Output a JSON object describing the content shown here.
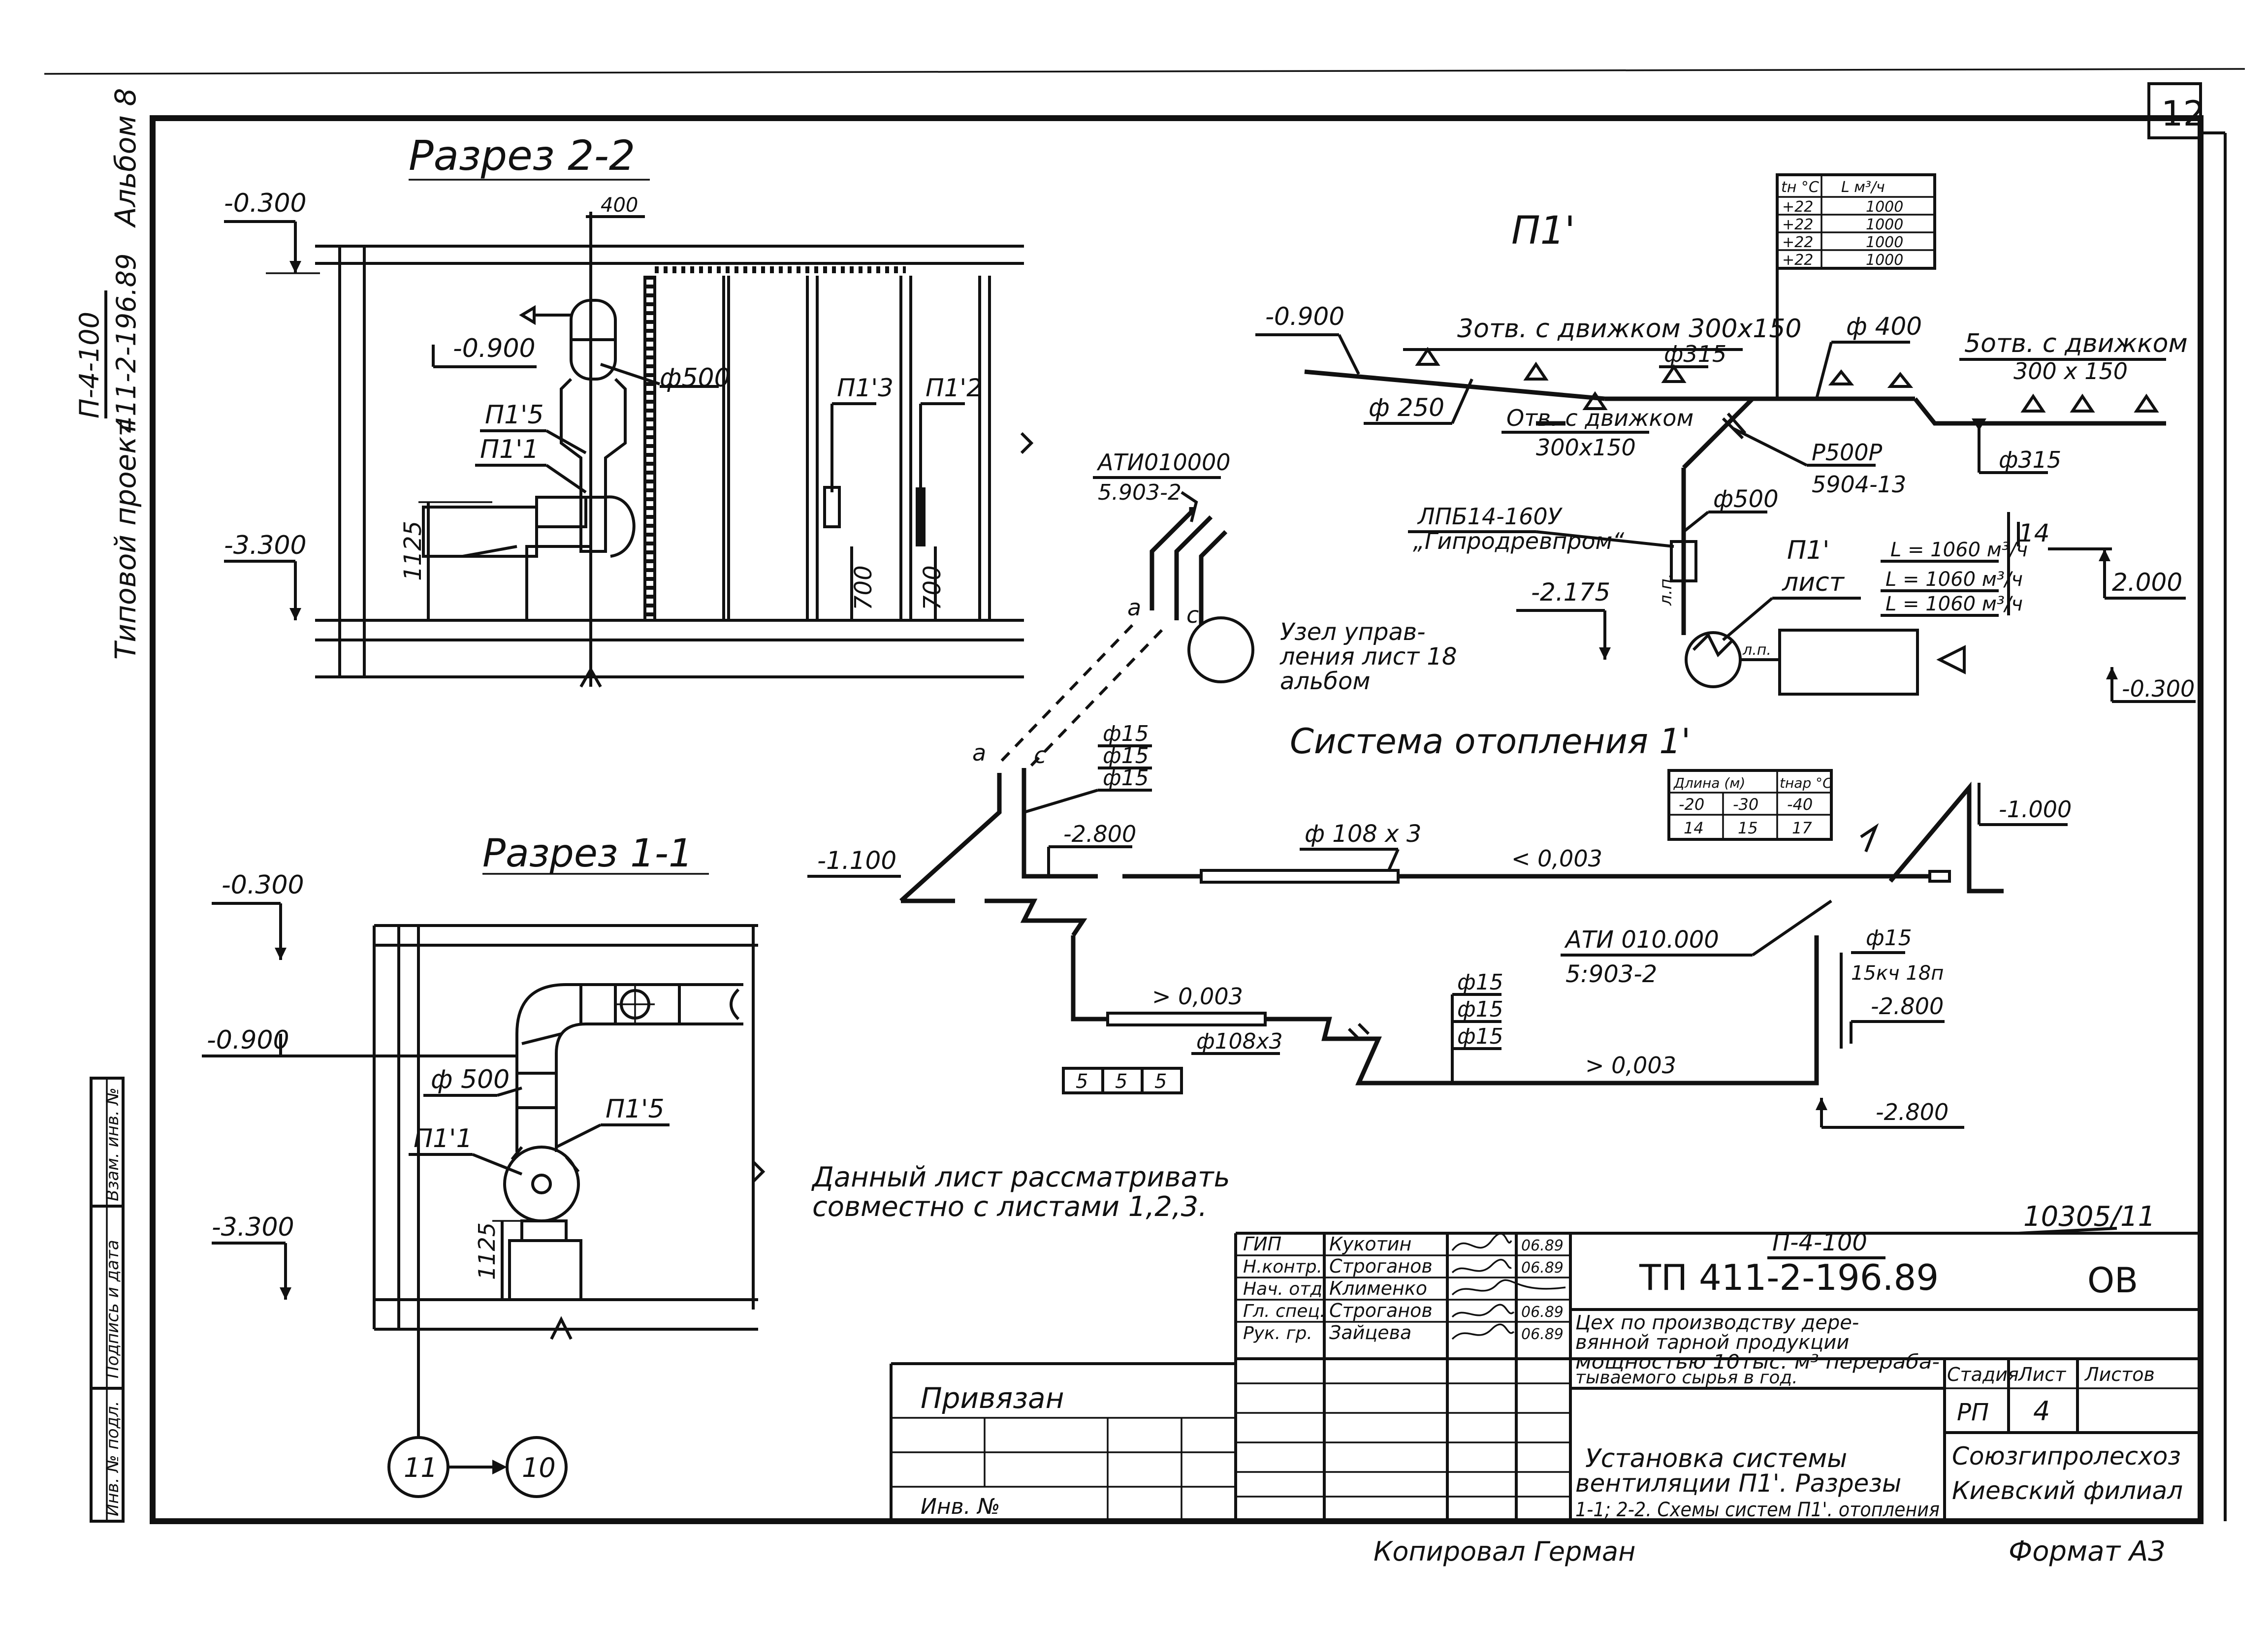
{
  "sheet": {
    "number": "12",
    "side_project_line1": "Типовой проект",
    "side_project_code_top": "П-4-100",
    "side_project_code_bottom": "411-2-196.89",
    "side_album": "Альбом 8",
    "copied_by": "Копировал Герман",
    "format": "Формат А3",
    "archive_number": "10305/11"
  },
  "left_stamp": {
    "col1": "Инв. № подл.",
    "col2": "Подпись и дата",
    "col3": "Взам. инв. №"
  },
  "section_2_2": {
    "title": "Разрез 2-2",
    "level_top": "-0.300",
    "level_mid": "-0.900",
    "level_bottom": "-3.300",
    "dim_400": "400",
    "diameter": "ф500",
    "label_p15": "П1'5",
    "label_p11": "П1'1",
    "label_p13": "П1'3",
    "label_p12": "П1'2",
    "dim_1125": "1125",
    "dim_700a": "700",
    "dim_700b": "700"
  },
  "section_1_1": {
    "title": "Разрез 1-1",
    "level_top": "-0.300",
    "level_mid": "-0.900",
    "level_bottom": "-3.300",
    "diameter": "ф 500",
    "label_p11": "П1'1",
    "label_p15": "П1'5",
    "dim_1125": "1125",
    "axis_11": "11",
    "axis_10": "10"
  },
  "scheme_p1": {
    "title": "П1'",
    "level_left": "-0.900",
    "openings_top": "3отв. с движком 300х150",
    "openings_right": "5отв. с движком",
    "openings_right_size": "300 х 150",
    "openings_bottom": "Отв. с движком",
    "openings_bottom_size": "300х150",
    "d250": "ф 250",
    "d315a": "ф315",
    "d400": "ф 400",
    "d315b": "ф315",
    "d500": "ф500",
    "damper": "Р500Р",
    "damper_ref": "5904-13",
    "filter": "ЛПБ14-160У",
    "filter_maker": "„Гипродревпром“",
    "unit_label": "П1'",
    "unit_sheet": "лист",
    "level_unit": "-2.175",
    "lp": "л.п.",
    "flows": [
      "L = 1060 м³/ч",
      "L = 1060 м³/ч",
      "L = 1060 м³/ч"
    ],
    "mark_14": "14",
    "level_2000": "2.000",
    "level_0300": "-0.300",
    "table_header": [
      "tн °C",
      "L м³/ч"
    ],
    "table_rows": [
      [
        "+22",
        "1000"
      ],
      [
        "+22",
        "1000"
      ],
      [
        "+22",
        "1000"
      ],
      [
        "+22",
        "1000"
      ]
    ]
  },
  "heating": {
    "title": "Система отопления 1'",
    "valve_code": "АТИ010000",
    "valve_ref": "5.903-2",
    "node_text1": "Узел управ-",
    "node_text2": "ления лист 18",
    "node_text3": "альбом",
    "label_a": "а",
    "label_c": "с",
    "label_a2": "а",
    "label_c2": "с",
    "d15_list_top": [
      "ф15",
      "ф15",
      "ф15"
    ],
    "level_1100": "-1.100",
    "level_2800a": "-2.800",
    "pipe_main": "ф 108 х 3",
    "slope_top": "< 0,003",
    "slope_mid": "> 0,003",
    "pipe_mid": "ф108х3",
    "slope_bottom": "> 0,003",
    "boxes": [
      "5",
      "5",
      "5"
    ],
    "d15_list_mid": [
      "ф15",
      "ф15",
      "ф15"
    ],
    "ati_code": "АТИ 010.000",
    "ati_ref": "5:903-2",
    "d15_right": "ф15",
    "kch": "15кч 18п",
    "level_2800b": "-2.800",
    "level_2800c": "-2.800",
    "level_1000": "-1.000",
    "length_table_header": [
      "Длина (м)",
      "tнар °C"
    ],
    "length_table_temps": [
      "-20",
      "-30",
      "-40"
    ],
    "length_table_vals": [
      "14",
      "15",
      "17"
    ]
  },
  "note": {
    "line1": "Данный лист рассматривать",
    "line2": "совместно с листами 1,2,3."
  },
  "title_block": {
    "roles": [
      "ГИП",
      "Н.контр.",
      "Нач. отд.",
      "Гл. спец.",
      "Рук. гр."
    ],
    "names": [
      "Кукотин",
      "Строганов",
      "Клименко",
      "Строганов",
      "Зайцева"
    ],
    "dates": [
      "06.89",
      "06.89",
      "",
      "06.89",
      "06.89"
    ],
    "code_small": "П-4-100",
    "code_main": "ТП  411-2-196.89",
    "mark": "ОВ",
    "org_desc1": "Цех по производству дере-",
    "org_desc2": "вянной тарной продукции",
    "org_desc3": "мощностью 10тыс. м³ перераба-",
    "org_desc4": "тываемого сырья в год.",
    "sheet_title1": "Установка системы",
    "sheet_title2": "вентиляции П1'. Разрезы",
    "sheet_title3": "1-1; 2-2. Схемы систем П1'. отопления",
    "col_stage": "Стадия",
    "col_sheet": "Лист",
    "col_sheets": "Листов",
    "stage": "РП",
    "sheet": "4",
    "company1": "Союзгипролесхоз",
    "company2": "Киевский филиал",
    "bound": "Привязан",
    "inv": "Инв. №"
  }
}
